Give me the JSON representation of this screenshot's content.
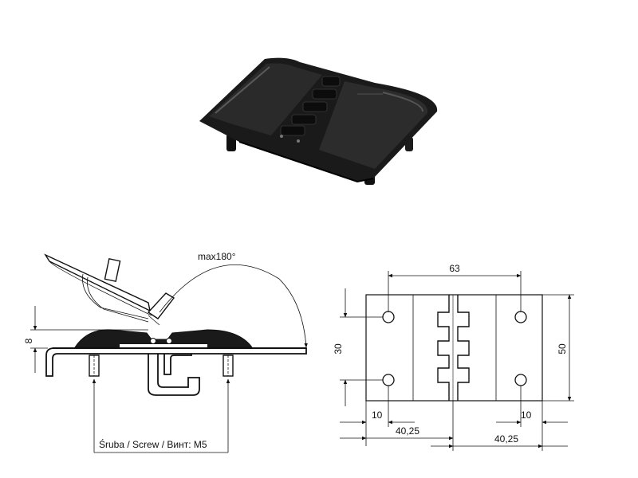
{
  "angle_label": "max180°",
  "side_view": {
    "height_label": "8",
    "screw_label": "Śruba / Screw / Винт: M5"
  },
  "top_view": {
    "width_label": "63",
    "hole_spacing_label": "30",
    "height_label": "50",
    "edge_offset_left": "10",
    "edge_offset_right": "10",
    "half_width_left": "40,25",
    "half_width_right": "40,25"
  },
  "colors": {
    "part_fill": "#1a1a1a",
    "line": "#111111",
    "background": "#ffffff"
  }
}
